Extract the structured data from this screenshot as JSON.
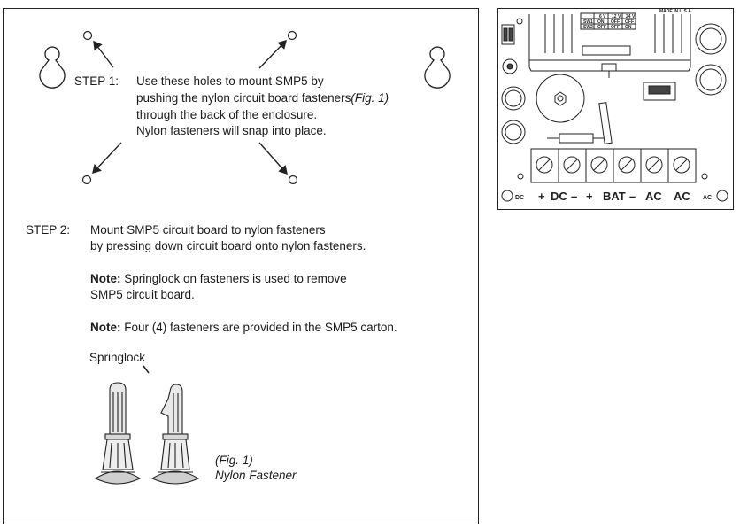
{
  "step1": {
    "label": "STEP 1:",
    "line1": "Use these holes to mount SMP5 by",
    "line2": "pushing the nylon circuit board fasteners",
    "fig_ref": "(Fig. 1)",
    "line3": "through the back of the enclosure.",
    "line4": "Nylon fasteners will snap into place."
  },
  "step2": {
    "label": "STEP 2:",
    "line1": "Mount SMP5 circuit board to nylon fasteners",
    "line2": "by pressing down circuit board onto nylon fasteners."
  },
  "note1": {
    "label": "Note:",
    "line1": " Springlock on fasteners is used to remove",
    "line2": "SMP5 circuit board."
  },
  "note2": {
    "label": "Note:",
    "text": " Four (4) fasteners are provided in the SMP5 carton."
  },
  "springlock_label": "Springlock",
  "figure": {
    "number": "(Fig. 1)",
    "caption": "Nylon Fastener"
  },
  "board": {
    "made_in": "MADE IN U.S.A.",
    "table_headers": [
      "6 V",
      "12 V",
      "24 V"
    ],
    "rows": [
      {
        "name": "SW1",
        "values": [
          "ON",
          "OFF",
          "OFF"
        ]
      },
      {
        "name": "SW2",
        "values": [
          "OFF",
          "OFF",
          "ON"
        ]
      }
    ],
    "dc_left": "DC",
    "ac_right": "AC",
    "terminals": [
      "+",
      "DC",
      "–",
      "+",
      "BAT",
      "–",
      "AC",
      "AC"
    ]
  }
}
